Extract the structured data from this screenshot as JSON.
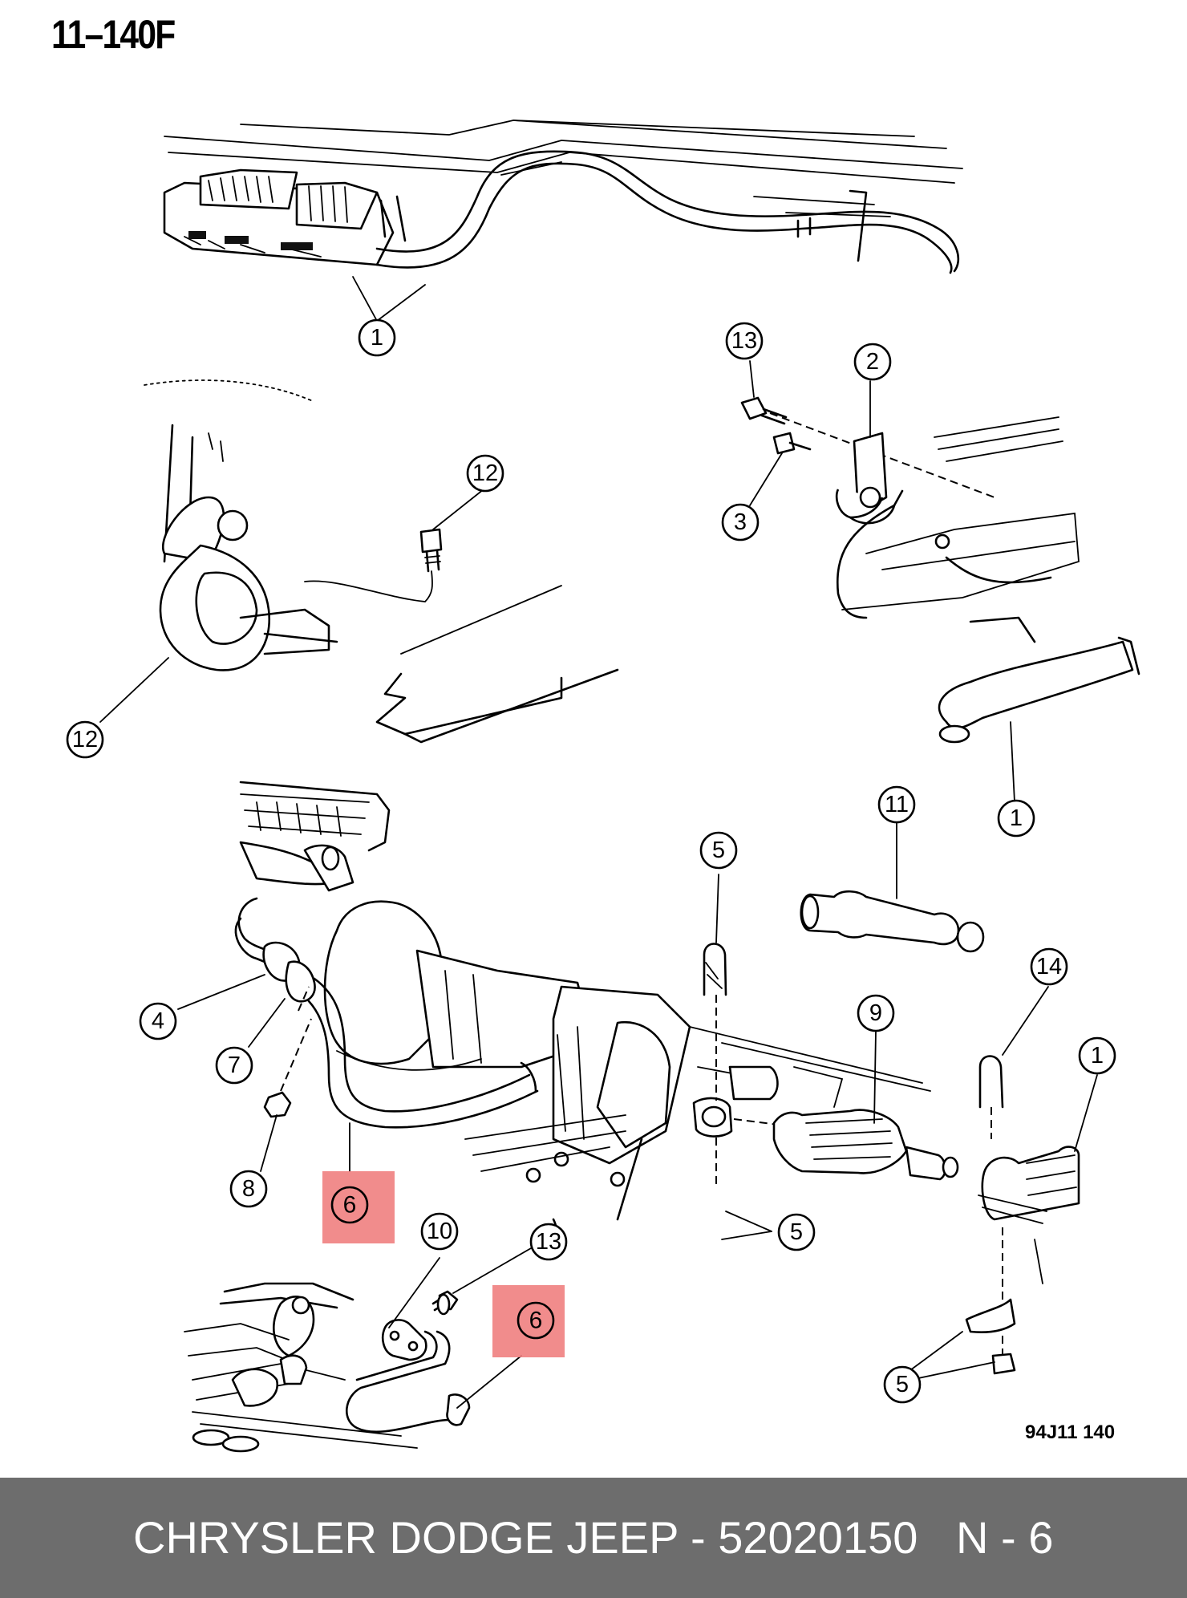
{
  "page_code": "11–140F",
  "figure_code": "94J11  140",
  "callouts": {
    "c1_top": "1",
    "c13_top": "13",
    "c2": "2",
    "c12_right": "12",
    "c3": "3",
    "c12_left": "12",
    "c1_right": "1",
    "c11": "11",
    "c5_top": "5",
    "c14": "14",
    "c9": "9",
    "c1_lower": "1",
    "c4": "4",
    "c7": "7",
    "c8": "8",
    "c6_main": "6",
    "c10": "10",
    "c13_bottom": "13",
    "c6_bottom": "6",
    "c5_mid": "5",
    "c5_bottom": "5"
  },
  "footer": {
    "caption": "CHRYSLER DODGE JEEP - 52020150",
    "page_ref": "N - 6"
  },
  "colors": {
    "highlight": "#f08080",
    "footer_bg": "#6d6d6d",
    "footer_text": "#ffffff"
  }
}
